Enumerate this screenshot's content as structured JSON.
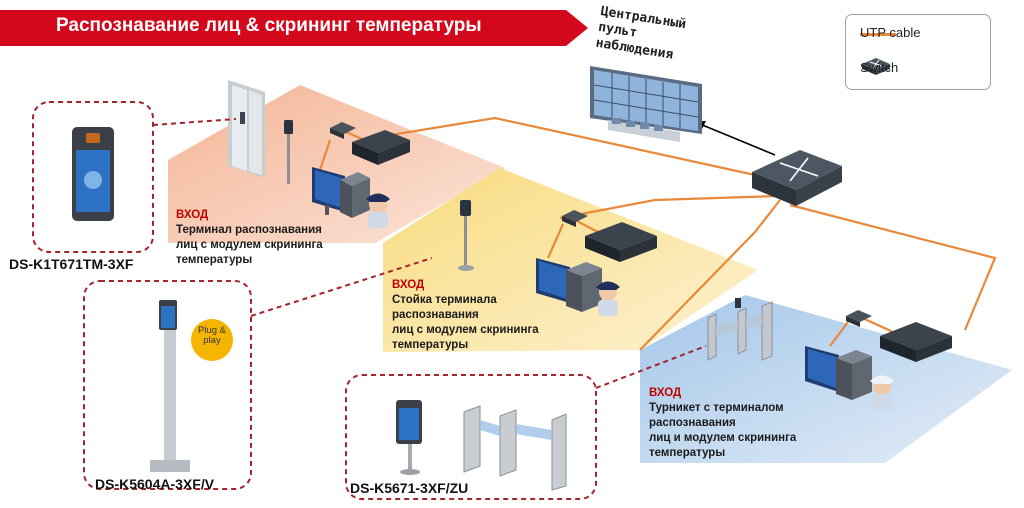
{
  "header": {
    "title": "Распознавание лиц & скрининг температуры"
  },
  "control_center": {
    "label_lines": [
      "Центральный",
      "пульт",
      "наблюдения"
    ]
  },
  "legend": {
    "cable_label": "UTP cable",
    "switch_label": "Switch"
  },
  "zones": [
    {
      "entry": "ВХОД",
      "desc": "Терминал распознавания\nлиц с модулем скрининга\nтемпературы"
    },
    {
      "entry": "ВХОД",
      "desc": "Стойка терминала\nраспознавания\nлиц с модулем скрининга\nтемпературы"
    },
    {
      "entry": "ВХОД",
      "desc": "Турникет с терминалом\nраспознавания\nлиц и модулем скрининга\nтемпературы"
    }
  ],
  "products": {
    "terminal": "DS-K1T671TM-3XF",
    "stand": "DS-K5604A-3XF/V",
    "turnstile": "DS-K5671-3XF/ZU",
    "badge": "Plug & play"
  },
  "colors": {
    "banner": "#d3081c",
    "cable": "#e8893a",
    "zone1": "#f6cdb7",
    "zone2": "#fbe7a8",
    "zone3": "#bcd6ef",
    "callout_border": "#a3242d",
    "badge": "#f5b400"
  }
}
